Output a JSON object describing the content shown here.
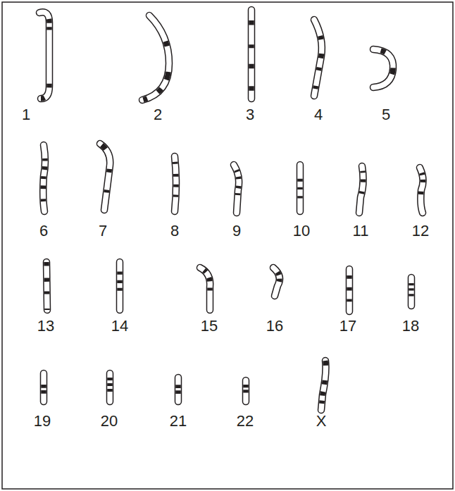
{
  "diagram": {
    "labels": [
      "1",
      "2",
      "3",
      "4",
      "5",
      "6",
      "7",
      "8",
      "9",
      "10",
      "11",
      "12",
      "13",
      "14",
      "15",
      "16",
      "17",
      "18",
      "19",
      "20",
      "21",
      "22",
      "X"
    ]
  }
}
